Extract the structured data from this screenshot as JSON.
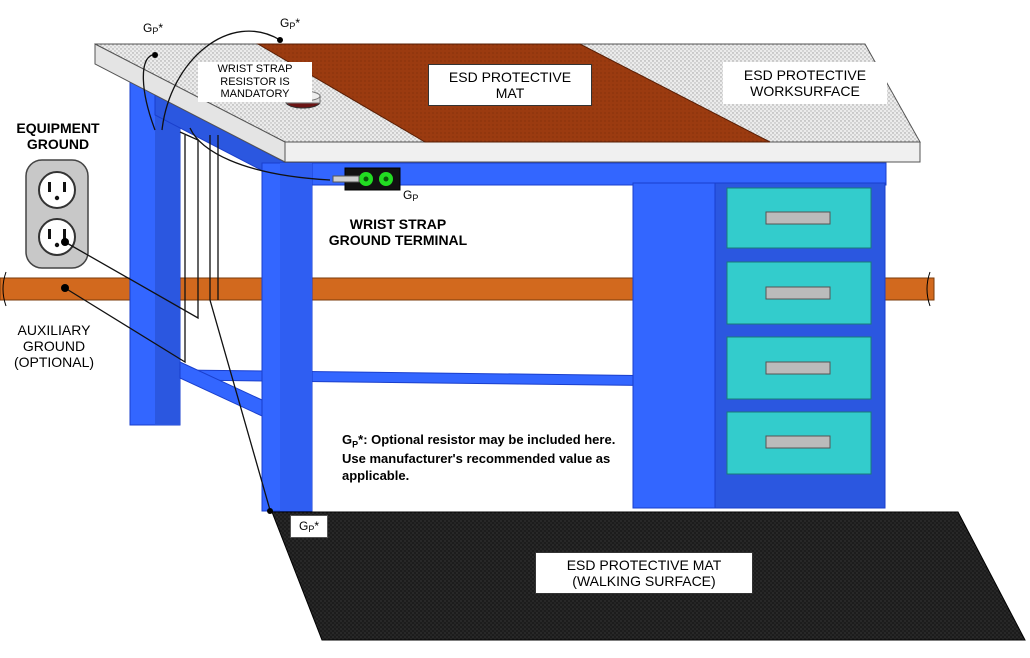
{
  "labels": {
    "gp_top_left": "G",
    "gp_top_right": "G",
    "gp_terminal": "G",
    "gp_floor": "G",
    "gp_sub": "P",
    "gp_star": "*",
    "wrist_strap_resistor": "WRIST STRAP RESISTOR IS MANDATORY",
    "esd_mat": "ESD PROTECTIVE MAT",
    "esd_worksurface": "ESD PROTECTIVE WORKSURFACE",
    "equipment_ground": "EQUIPMENT GROUND",
    "wrist_strap_terminal": "WRIST STRAP GROUND TERMINAL",
    "auxiliary_ground": "AUXILIARY GROUND (OPTIONAL)",
    "note_prefix": "G",
    "note_text": "*: Optional resistor may be included here.  Use manufacturer's recommended value as applicable.",
    "walking_mat": "ESD PROTECTIVE MAT (WALKING SURFACE)"
  },
  "colors": {
    "desk_blue": "#3366ff",
    "desk_blue_dark": "#1a3fcc",
    "drawer_teal": "#33cccc",
    "mat_brown": "#9e3d12",
    "pipe_orange": "#d2691e",
    "floor_mat": "#1a1a1a",
    "worksurface": "#e8e8e8",
    "terminal_green": "#22dd22"
  }
}
